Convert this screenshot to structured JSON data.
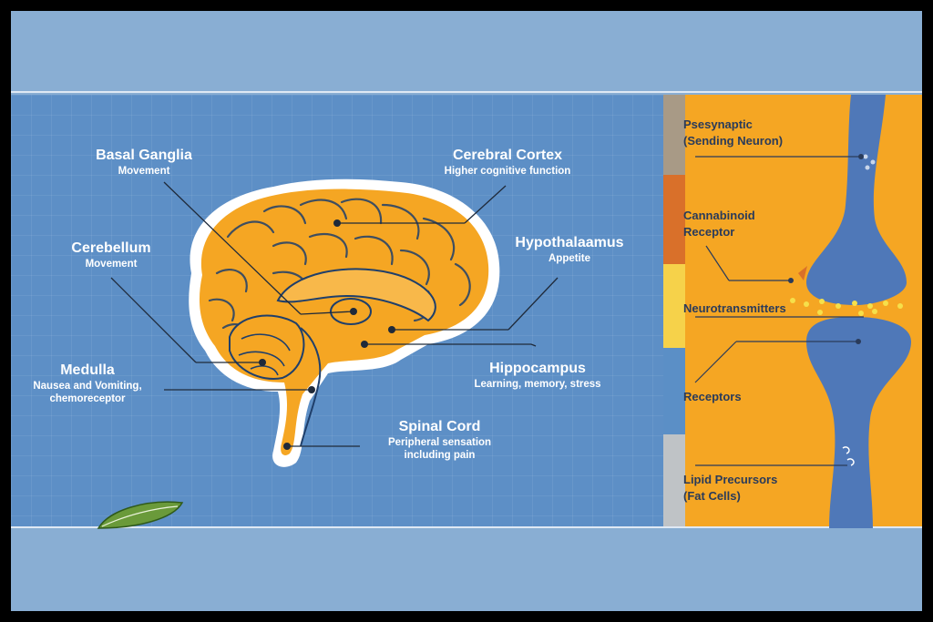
{
  "labels": {
    "basal_ganglia": {
      "title": "Basal Ganglia",
      "sub": "Movement"
    },
    "cerebellum": {
      "title": "Cerebellum",
      "sub": "Movement"
    },
    "medulla": {
      "title": "Medulla",
      "sub1": "Nausea and Vomiting,",
      "sub2": "chemoreceptor"
    },
    "cerebral_cortex": {
      "title": "Cerebral Cortex",
      "sub": "Higher cognitive function"
    },
    "hypothalamus": {
      "title": "Hypothalaamus",
      "sub": "Appetite"
    },
    "hippocampus": {
      "title": "Hippocampus",
      "sub": "Learning, memory, stress"
    },
    "spinal_cord": {
      "title": "Spinal Cord",
      "sub1": "Peripheral sensation",
      "sub2": "including pain"
    }
  },
  "synapse": {
    "presynaptic": {
      "line1": "Psesynaptic",
      "line2": "(Sending Neuron)"
    },
    "cannabinoid": {
      "line1": "Cannabinoid",
      "line2": "Receptor"
    },
    "neurotransmitters": "Neurotransmitters",
    "receptors": "Receptors",
    "lipid": {
      "line1": "Lipid Precursors",
      "line2": "(Fat Cells)"
    }
  },
  "colors": {
    "panel_blue": "#5d8fc6",
    "brain_fill": "#f5a623",
    "synapse_bg": "#f5a623",
    "neuron_blue": "#4f78b8",
    "strip_colors": [
      "#a89a86",
      "#d9702a",
      "#f6d24a",
      "#5b8fc6",
      "#bfc3c6"
    ]
  }
}
